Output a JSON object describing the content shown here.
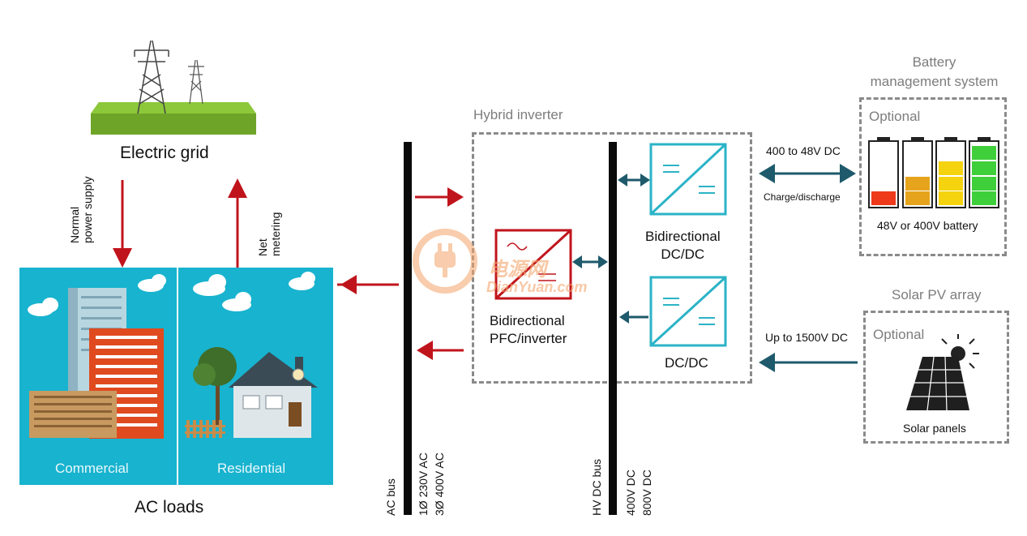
{
  "grid": {
    "title": "Electric grid"
  },
  "flows": {
    "normal_supply": "Normal\npower supply",
    "net_metering": "Net\nmetering"
  },
  "loads": {
    "commercial": "Commercial",
    "residential": "Residential",
    "title": "AC loads"
  },
  "ac_bus": {
    "label": "AC bus",
    "v1": "1Ø 230V AC",
    "v3": "3Ø 400V AC"
  },
  "hv_bus": {
    "label": "HV DC bus",
    "v1": "400V DC",
    "v2": "800V DC"
  },
  "inverter": {
    "title": "Hybrid inverter",
    "pfc_label": "Bidirectional\nPFC/inverter",
    "bidi_dcdc_label": "Bidirectional\nDC/DC",
    "dcdc_label": "DC/DC"
  },
  "battery": {
    "title": "Battery\nmanagement system",
    "optional": "Optional",
    "voltage_link": "400 to 48V DC",
    "charge_label": "Charge/discharge",
    "caption": "48V or 400V battery"
  },
  "solar": {
    "title": "Solar PV array",
    "optional": "Optional",
    "voltage_link": "Up to 1500V DC",
    "caption": "Solar panels"
  },
  "watermark": {
    "brand": "电源网",
    "url": "DianYuan.com"
  },
  "colors": {
    "red": "#c0141c",
    "teal": "#1e5a6b",
    "cyan": "#2bb3c7",
    "loads_bg": "#18b3cf",
    "grass": "#7dbb2c",
    "dash": "#8a8a8a"
  }
}
